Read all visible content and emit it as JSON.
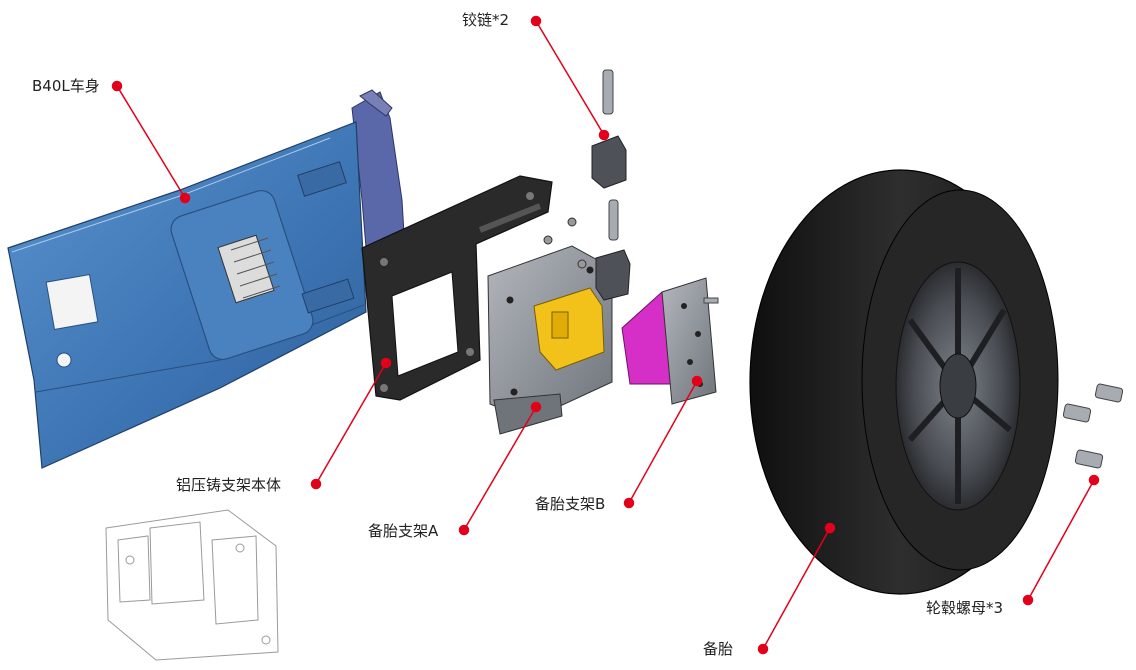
{
  "labels": {
    "body": "B40L车身",
    "hinge": "铰链*2",
    "casting_body": "铝压铸支架本体",
    "bracket_a": "备胎支架A",
    "bracket_b": "备胎支架B",
    "spare_tire": "备胎",
    "lug_nut": "轮毂螺母*3"
  },
  "colors": {
    "callout_line": "#e2001a",
    "body_panel": "#3f77b5",
    "casting_frame": "#2b2b2b",
    "bracket_a_plate": "#8a8e95",
    "bracket_a_yellow": "#f2c21a",
    "bracket_b_magenta": "#d62fc8",
    "bracket_b_plate": "#9ea3aa",
    "tire": "#1c1c1c",
    "hardware": "#a7acb2"
  }
}
